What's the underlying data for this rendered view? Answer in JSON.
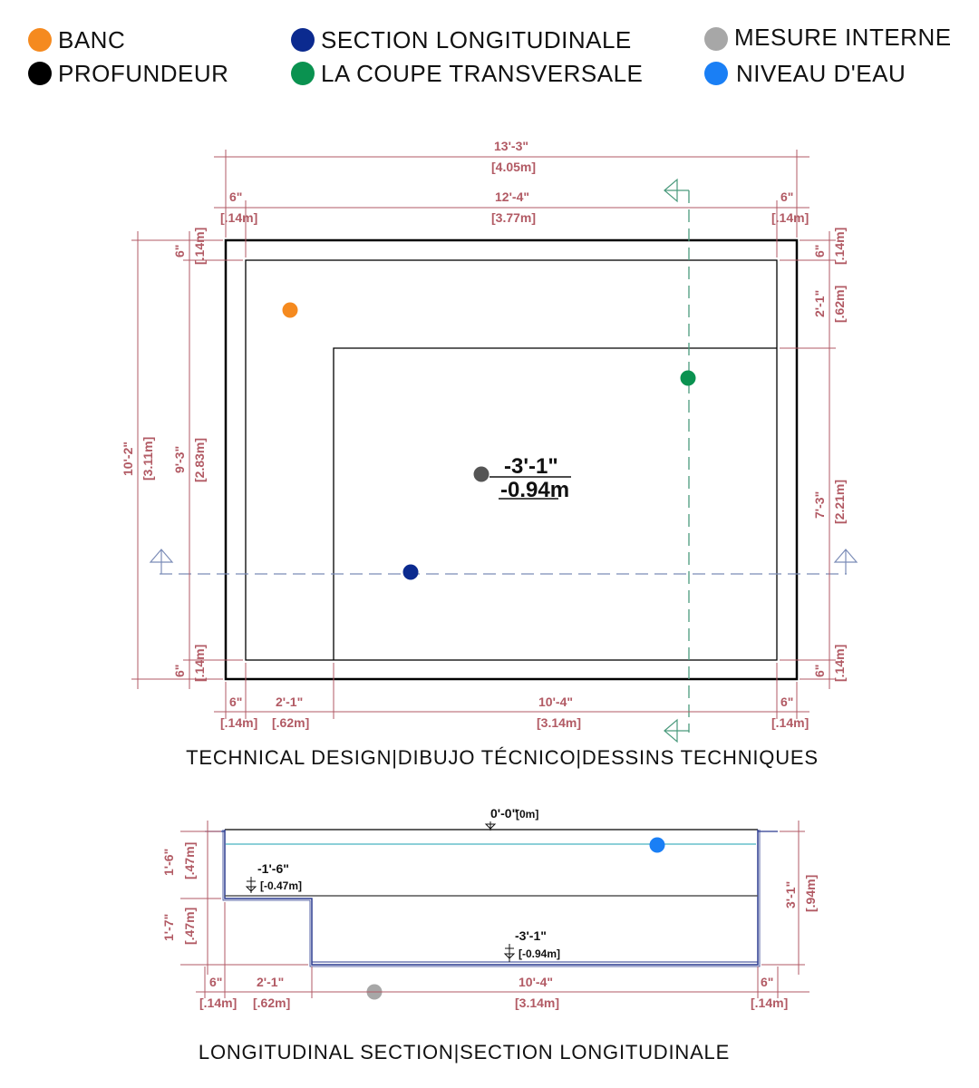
{
  "legend": [
    {
      "label": "BANC",
      "color": "#f58a1f"
    },
    {
      "label": "SECTION LONGITUDINALE",
      "color": "#0b2a8f"
    },
    {
      "label": "MESURE INTERNE",
      "color": "#a7a7a7"
    },
    {
      "label": "PROFUNDEUR",
      "color": "#000000"
    },
    {
      "label": "LA COUPE TRANSVERSALE",
      "color": "#0a9250"
    },
    {
      "label": "NIVEAU D'EAU",
      "color": "#1a7ff5"
    }
  ],
  "colors": {
    "dimension": "#b25a64",
    "outline": "#000000",
    "section_line_long": "#7b8cb7",
    "section_line_cross": "#4a9a7c",
    "water": "#1a7ff5",
    "section_outline": "#2a3a8f"
  },
  "plan": {
    "overall_width": {
      "imperial": "13'-3\"",
      "metric": "[4.05m]"
    },
    "inner_width": {
      "imperial": "12'-4\"",
      "metric": "[3.77m]"
    },
    "wall_left_top": {
      "imperial": "6\"",
      "metric": "[.14m]"
    },
    "wall_right_top": {
      "imperial": "6\"",
      "metric": "[.14m]"
    },
    "overall_height": {
      "imperial": "10'-2\"",
      "metric": "[3.11m]"
    },
    "inner_height": {
      "imperial": "9'-3\"",
      "metric": "[2.83m]"
    },
    "wall_left_upper": {
      "imperial": "6\"",
      "metric": "[.14m]"
    },
    "wall_left_lower": {
      "imperial": "6\"",
      "metric": "[.14m]"
    },
    "wall_right_upper": {
      "imperial": "6\"",
      "metric": "[.14m]"
    },
    "bench_depth": {
      "imperial": "2'-1\"",
      "metric": "[.62m]"
    },
    "deep_height": {
      "imperial": "7'-3\"",
      "metric": "[2.21m]"
    },
    "wall_right_lower": {
      "imperial": "6\"",
      "metric": "[.14m]"
    },
    "bottom_wall_left": {
      "imperial": "6\"",
      "metric": "[.14m]"
    },
    "bottom_bench": {
      "imperial": "2'-1\"",
      "metric": "[.62m]"
    },
    "bottom_deep": {
      "imperial": "10'-4\"",
      "metric": "[3.14m]"
    },
    "bottom_wall_right": {
      "imperial": "6\"",
      "metric": "[.14m]"
    },
    "depth_imperial": "-3'-1\"",
    "depth_metric": "-0.94m",
    "caption": "TECHNICAL DESIGN|DIBUJO TÉCNICO|DESSINS TECHNIQUES"
  },
  "section": {
    "top_level": "0'-0\"",
    "top_level_metric": "[0m]",
    "bench_level": "-1'-6\"",
    "bench_level_metric": "[-0.47m]",
    "deep_level": "-3'-1\"",
    "deep_level_metric": "[-0.94m]",
    "left_upper": {
      "imperial": "1'-6\"",
      "metric": "[.47m]"
    },
    "left_lower": {
      "imperial": "1'-7\"",
      "metric": "[.47m]"
    },
    "right_total": {
      "imperial": "3'-1\"",
      "metric": "[.94m]"
    },
    "bottom_wall_left": {
      "imperial": "6\"",
      "metric": "[.14m]"
    },
    "bottom_bench": {
      "imperial": "2'-1\"",
      "metric": "[.62m]"
    },
    "bottom_deep": {
      "imperial": "10'-4\"",
      "metric": "[3.14m]"
    },
    "bottom_wall_right": {
      "imperial": "6\"",
      "metric": "[.14m]"
    },
    "caption": "LONGITUDINAL SECTION|SECTION LONGITUDINALE"
  }
}
